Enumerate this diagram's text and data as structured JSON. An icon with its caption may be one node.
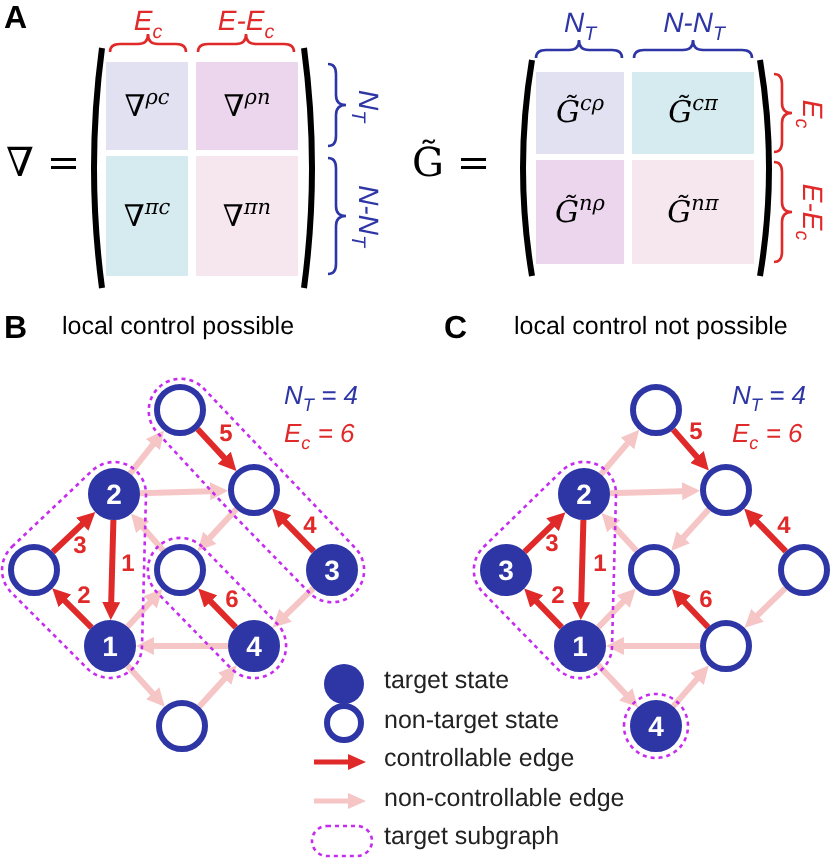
{
  "diagram": {
    "nodes": [
      {
        "text": [
          "∇$^{ρc}$"
        ]
      },
      {
        "text": [
          "∇$^{ρn}$"
        ]
      },
      {
        "text": [
          "∇$^{πc}$"
        ]
      },
      {
        "text": [
          "∇$^{πn}$"
        ]
      },
      {
        "text": [
          "G̃$^{cρ}$"
        ]
      },
      {
        "text": [
          "G̃$^{cπ}$"
        ]
      },
      {
        "text": [
          "G̃$^{nρ}$"
        ]
      },
      {
        "text": [
          "G̃$^{nπ}$"
        ]
      },
      {
        "text": [],
        "shape": "outline"
      },
      {
        "text": [],
        "shape": "circle",
        "in": 8
      },
      {
        "text": [],
        "shape": "outline"
      },
      {
        "text": [
          "2"
        ],
        "in": 10
      },
      {
        "text": [],
        "shape": "circle",
        "in": 8
      },
      {
        "text": [],
        "shape": "circle",
        "in": 10
      },
      {
        "text": [],
        "shape": "outline"
      },
      {
        "text": [],
        "shape": "circle",
        "in": 14
      },
      {
        "text": [
          "3"
        ],
        "in": 8
      },
      {
        "text": [
          "1"
        ],
        "in": 10
      },
      {
        "text": [
          "4"
        ],
        "in": 14
      },
      {
        "text": [],
        "shape": "circle"
      },
      {
        "text": [],
        "shape": "circle"
      },
      {
        "text": [],
        "shape": "outline"
      },
      {
        "text": [
          "2"
        ],
        "in": 21
      },
      {
        "text": [],
        "shape": "circle"
      },
      {
        "text": [
          "3"
        ],
        "in": 21
      },
      {
        "text": [],
        "shape": "circle"
      },
      {
        "text": [],
        "shape": "circle"
      },
      {
        "text": [
          "1"
        ],
        "in": 21
      },
      {
        "text": [],
        "shape": "circle"
      },
      {
        "text": [],
        "shape": "outline"
      },
      {
        "text": [
          "4"
        ],
        "in": 29
      }
    ],
    "edges": [
      {
        "from": 11,
        "to": 17,
        "arrow": "to",
        "label": "1",
        "color": "#e02a2a"
      },
      {
        "from": 17,
        "to": 13,
        "arrow": "to",
        "label": "2",
        "color": "#e02a2a"
      },
      {
        "from": 13,
        "to": 11,
        "arrow": "to",
        "label": "3",
        "color": "#e02a2a"
      },
      {
        "from": 16,
        "to": 12,
        "arrow": "to",
        "label": "4",
        "color": "#e02a2a"
      },
      {
        "from": 9,
        "to": 12,
        "arrow": "to",
        "label": "5",
        "color": "#e02a2a"
      },
      {
        "from": 18,
        "to": 15,
        "arrow": "to",
        "label": "6",
        "color": "#e02a2a"
      },
      {
        "from": 11,
        "to": 9,
        "arrow": "to"
      },
      {
        "from": 11,
        "to": 12,
        "arrow": "to"
      },
      {
        "from": 12,
        "to": 15,
        "arrow": "to"
      },
      {
        "from": 15,
        "to": 11,
        "arrow": "to"
      },
      {
        "from": 17,
        "to": 15,
        "arrow": "to"
      },
      {
        "from": 16,
        "to": 18,
        "arrow": "to"
      },
      {
        "from": 18,
        "to": 17,
        "arrow": "to"
      },
      {
        "from": 17,
        "to": 19,
        "arrow": "to"
      },
      {
        "from": 19,
        "to": 18,
        "arrow": "to"
      },
      {
        "from": 22,
        "to": 27,
        "arrow": "to",
        "label": "1",
        "color": "#e02a2a"
      },
      {
        "from": 27,
        "to": 24,
        "arrow": "to",
        "label": "2",
        "color": "#e02a2a"
      },
      {
        "from": 24,
        "to": 22,
        "arrow": "to",
        "label": "3",
        "color": "#e02a2a"
      },
      {
        "from": 26,
        "to": 23,
        "arrow": "to",
        "label": "4",
        "color": "#e02a2a"
      },
      {
        "from": 20,
        "to": 23,
        "arrow": "to",
        "label": "5",
        "color": "#e02a2a"
      },
      {
        "from": 28,
        "to": 25,
        "arrow": "to",
        "label": "6",
        "color": "#e02a2a"
      },
      {
        "from": 22,
        "to": 20,
        "arrow": "to"
      },
      {
        "from": 22,
        "to": 23,
        "arrow": "to"
      },
      {
        "from": 23,
        "to": 25,
        "arrow": "to"
      },
      {
        "from": 25,
        "to": 22,
        "arrow": "to"
      },
      {
        "from": 27,
        "to": 25,
        "arrow": "to"
      },
      {
        "from": 26,
        "to": 28,
        "arrow": "to"
      },
      {
        "from": 28,
        "to": 27,
        "arrow": "to"
      },
      {
        "from": 27,
        "to": 30,
        "arrow": "to"
      },
      {
        "from": 30,
        "to": 28,
        "arrow": "to"
      }
    ],
    "labels": [
      "A",
      "∇ =",
      "E$_{c}$",
      "E-E$_{c}$",
      "N$_{T}$",
      "N-N$_{T}$",
      "G̃ =",
      "N$_{T}$",
      "N-N$_{T}$",
      "E$_{c}$",
      "E-E$_{c}$",
      "B",
      "local control possible",
      "N$_{T}$ = 4",
      "E$_{c}$ = 6",
      "C",
      "local control not possible",
      "N$_{T}$ = 4",
      "E$_{c}$ = 6"
    ],
    "legend": [
      {
        "text": "target state"
      },
      {
        "text": "non-target state"
      },
      {
        "text": "controllable edge"
      },
      {
        "text": "non-controllable edge"
      },
      {
        "text": "target subgraph"
      }
    ]
  }
}
